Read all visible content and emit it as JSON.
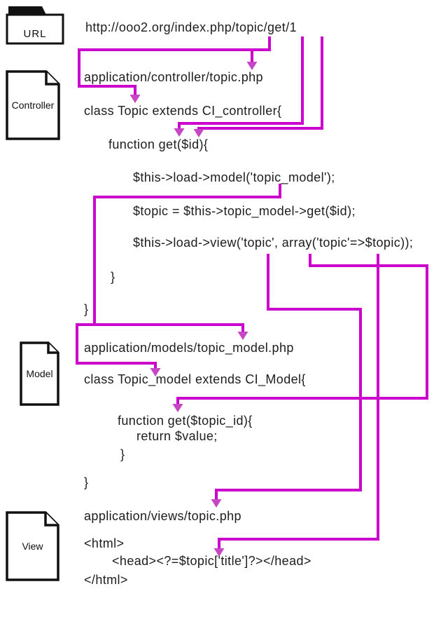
{
  "colors": {
    "accent": "#cc00cc",
    "arrowhead": "#c646c6",
    "text": "#1d1d1d"
  },
  "url": {
    "icon_label": "URL",
    "address": "http://ooo2.org/index.php/topic/get/1"
  },
  "controller": {
    "icon_label": "Controller",
    "path": "application/controller/topic.php",
    "class_open": "class Topic extends CI_controller{",
    "func_open": "function get($id){",
    "load_model": "$this->load->model('topic_model');",
    "get_call": "$topic = $this->topic_model->get($id);",
    "load_view": "$this->load->view('topic', array('topic'=>$topic));",
    "func_close": "}",
    "class_close": "}"
  },
  "model": {
    "icon_label": "Model",
    "path": "application/models/topic_model.php",
    "class_open": "class Topic_model extends CI_Model{",
    "func_open": "function get($topic_id){",
    "return_line": "return $value;",
    "func_close": "}",
    "class_close": "}"
  },
  "view": {
    "icon_label": "View",
    "path": "application/views/topic.php",
    "html_open": "<html>",
    "head_line": "<head><?=$topic['title']?></head>",
    "html_close": "</html>"
  }
}
